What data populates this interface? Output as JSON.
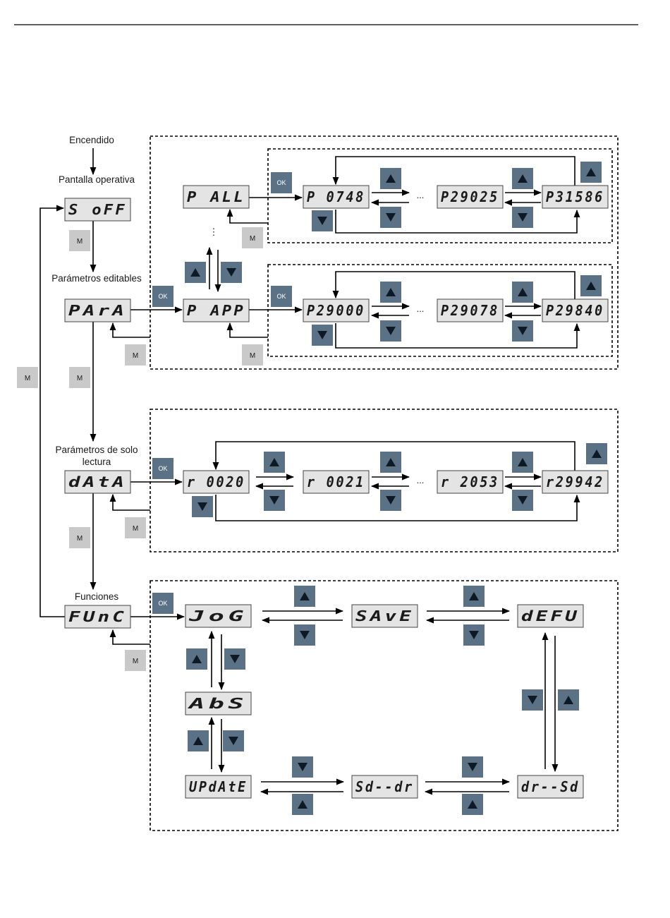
{
  "labels": {
    "power_on": "Encendido",
    "operating_screen": "Pantalla operativa",
    "editable_params": "Parámetros editables",
    "readonly_params_1": "Parámetros de solo",
    "readonly_params_2": "lectura",
    "functions": "Funciones"
  },
  "keys": {
    "m": "M",
    "ok": "OK",
    "up": "up-arrow-icon",
    "down": "down-arrow-icon"
  },
  "ellipsis": "...",
  "displays": {
    "s_off": "S  oFF",
    "para": "PArA",
    "data": "dAtA",
    "func": "FUnC",
    "p_all": "P  ALL",
    "p_app": "P  APP",
    "p0748": "P 0748",
    "p29025": "P29025",
    "p31586": "P31586",
    "p29000": "P29000",
    "p29078": "P29078",
    "p29840": "P29840",
    "r0020": "r 0020",
    "r0021": "r 0021",
    "r2053": "r 2053",
    "r29942": "r29942",
    "jog": "JoG",
    "save": "SAvE",
    "defu": "dEFU",
    "abs": "AbS",
    "update": "UPdAtE",
    "sd_dr": "Sd--dr",
    "dr_sd": "dr--Sd"
  },
  "colors": {
    "lcd_fill": "#e4e4e4",
    "arrow_key": "#5b7286",
    "m_key": "#c9c9c9",
    "line": "#000000"
  }
}
